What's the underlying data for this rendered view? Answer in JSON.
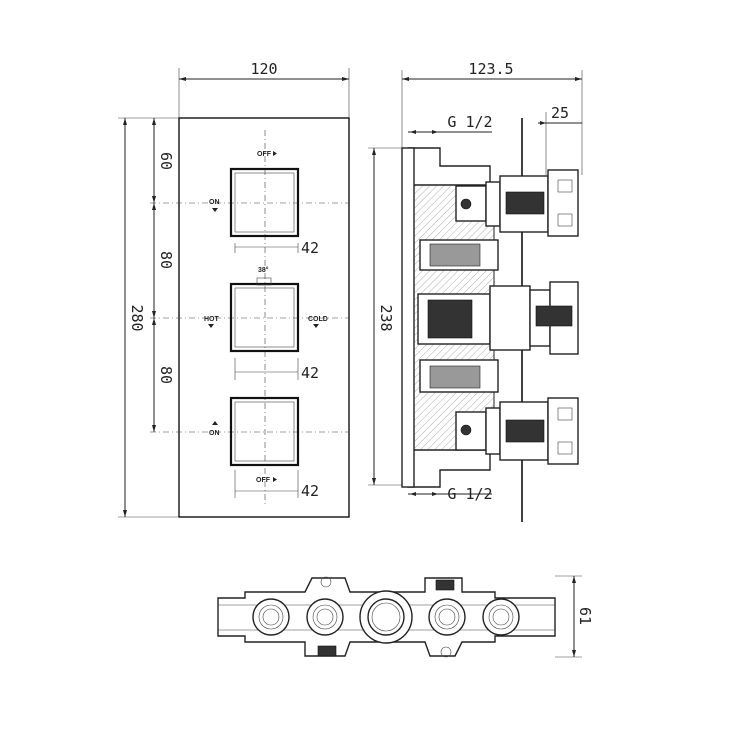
{
  "front_view": {
    "width_dim": "120",
    "height_dim": "280",
    "top_offset_dim": "60",
    "spacing_dim_1": "80",
    "spacing_dim_2": "80",
    "knob_dim_1": "42",
    "knob_dim_2": "42",
    "knob_dim_3": "42",
    "angle_label": "38°",
    "labels": {
      "off_top": "OFF",
      "on_top": "ON",
      "hot": "HOT",
      "cold": "COLD",
      "on_bottom": "ON",
      "off_bottom": "OFF"
    }
  },
  "side_view": {
    "depth_dim": "123.5",
    "height_dim": "238",
    "inlet_top": "G 1/2",
    "inlet_bottom": "G 1/2",
    "cap_dim": "25"
  },
  "bottom_view": {
    "depth_dim": "61"
  }
}
